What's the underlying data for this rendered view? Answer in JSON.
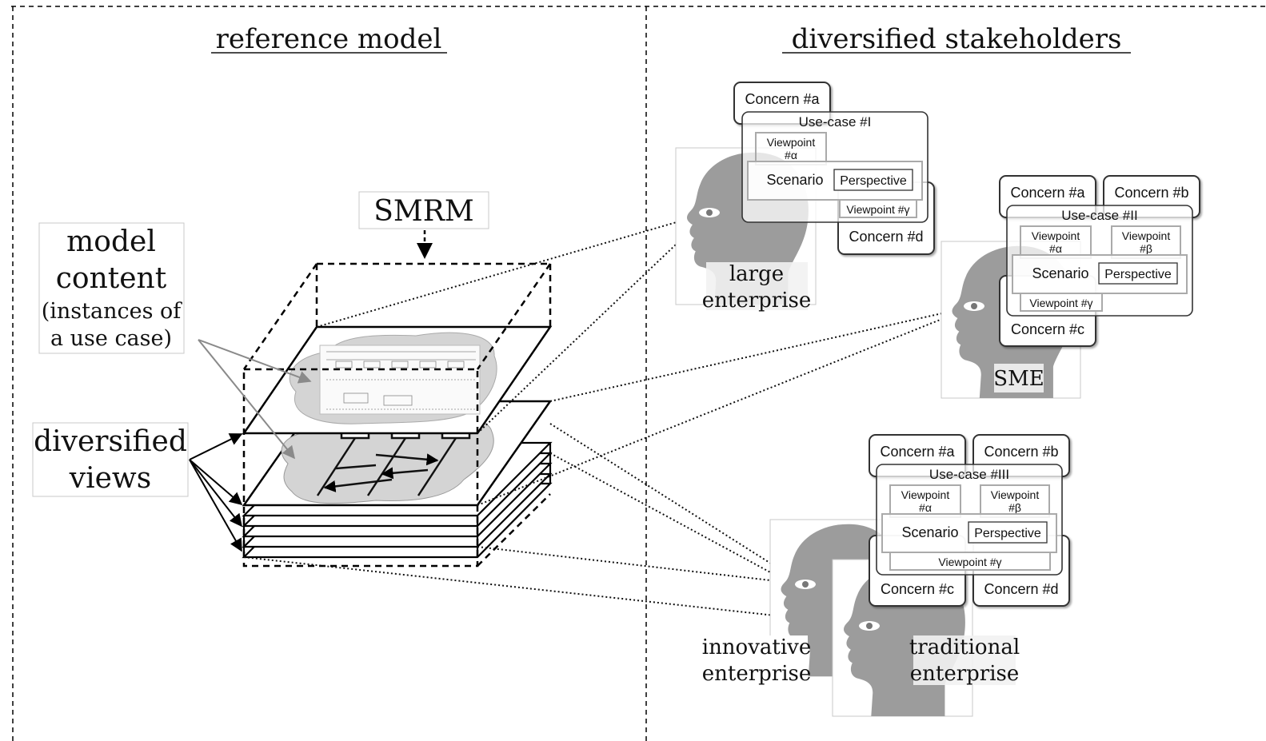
{
  "panels": {
    "left_title": "reference model",
    "right_title": "diversified stakeholders"
  },
  "labels": {
    "smrm": "SMRM",
    "model_content_line1": "model",
    "model_content_line2": "content",
    "model_content_line3": "(instances of",
    "model_content_line4": "a use case)",
    "diversified_views_line1": "diversified",
    "diversified_views_line2": "views"
  },
  "stakeholders": {
    "large": {
      "label_line1": "large",
      "label_line2": "enterprise",
      "concern_a": "Concern #a",
      "concern_d": "Concern #d",
      "usecase": "Use-case #I",
      "viewpoint_alpha_1": "Viewpoint",
      "viewpoint_alpha_2": "#α",
      "scenario": "Scenario",
      "perspective": "Perspective",
      "viewpoint_gamma": "Viewpoint #γ"
    },
    "sme": {
      "label": "SME",
      "concern_a": "Concern #a",
      "concern_b": "Concern #b",
      "concern_c": "Concern #c",
      "usecase": "Use-case #II",
      "viewpoint_alpha_1": "Viewpoint",
      "viewpoint_alpha_2": "#α",
      "viewpoint_beta_1": "Viewpoint",
      "viewpoint_beta_2": "#β",
      "scenario": "Scenario",
      "perspective": "Perspective",
      "viewpoint_gamma": "Viewpoint #γ"
    },
    "innovative": {
      "label_line1": "innovative",
      "label_line2": "enterprise"
    },
    "traditional": {
      "label_line1": "traditional",
      "label_line2": "enterprise",
      "concern_a": "Concern #a",
      "concern_b": "Concern #b",
      "concern_c": "Concern #c",
      "concern_d": "Concern #d",
      "usecase": "Use-case #III",
      "viewpoint_alpha_1": "Viewpoint",
      "viewpoint_alpha_2": "#α",
      "viewpoint_beta_1": "Viewpoint",
      "viewpoint_beta_2": "#β",
      "scenario": "Scenario",
      "perspective": "Perspective",
      "viewpoint_gamma": "Viewpoint #γ"
    }
  },
  "colors": {
    "head": "#9c9c9c",
    "cloud": "#d4d4d4",
    "box_border": "#333333",
    "inner_border": "#a8a8a8",
    "arrow_grey": "#8a8a8a"
  }
}
